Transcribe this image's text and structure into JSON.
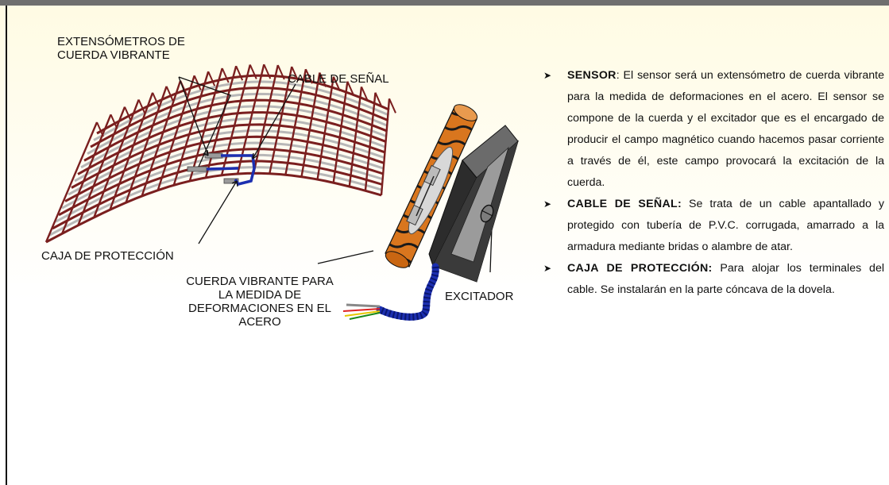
{
  "labels": {
    "extensometros": "EXTENSÓMETROS DE CUERDA VIBRANTE",
    "cable_senal": "CABLE DE SEÑAL",
    "caja_proteccion": "CAJA DE PROTECCIÓN",
    "cuerda_vibrante": "CUERDA VIBRANTE PARA LA MEDIDA DE DEFORMACIONES EN EL ACERO",
    "excitador": "EXCITADOR"
  },
  "bullets": [
    {
      "term": "SENSOR",
      "text": ": El sensor será un extensómetro de cuerda vibrante para la medida de deformaciones en el acero. El sensor se compone de la cuerda y el excitador que es el encargado de producir el campo magnético cuando hacemos pasar corriente a través de él, este campo provocará la excitación de la cuerda."
    },
    {
      "term": "CABLE DE SEÑAL:",
      "text": " Se trata de un cable apantallado y protegido con tubería de P.V.C. corrugada, amarrado a la armadura mediante bridas o alambre de atar."
    },
    {
      "term": "CAJA DE PROTECCIÓN:",
      "text": " Para alojar los terminales del cable. Se instalarán en la parte cóncava de la dovela."
    }
  ],
  "colors": {
    "rebar": "#7a1f1f",
    "cable": "#1c2fb0",
    "sensor_body": "#d9761e",
    "excitador": "#3a3a3a"
  },
  "icons": [
    "arrow-bullet-icon"
  ]
}
